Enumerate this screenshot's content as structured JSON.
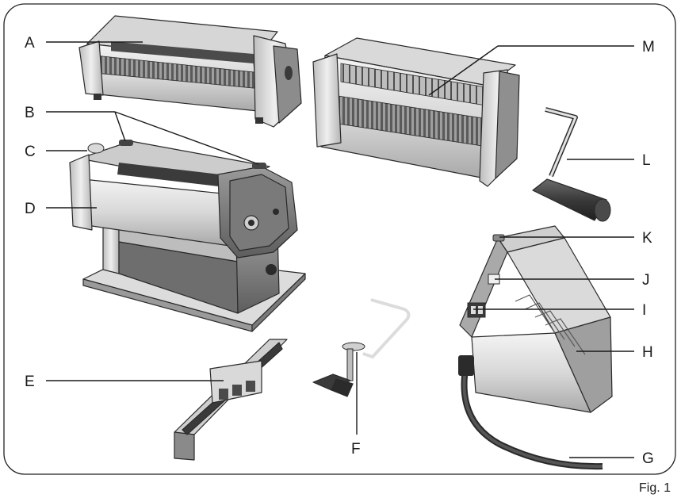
{
  "figure": {
    "caption": "Fig. 1",
    "frame_color": "#222222"
  },
  "labels": {
    "A": "A",
    "B": "B",
    "C": "C",
    "D": "D",
    "E": "E",
    "F": "F",
    "G": "G",
    "H": "H",
    "I": "I",
    "J": "J",
    "K": "K",
    "L": "L",
    "M": "M"
  },
  "colors": {
    "metal_light": "#e9e9e9",
    "metal_mid": "#cfcfcf",
    "metal_dark": "#8f8f8f",
    "shadow": "#5d5d5d",
    "black": "#2b2b2b"
  }
}
